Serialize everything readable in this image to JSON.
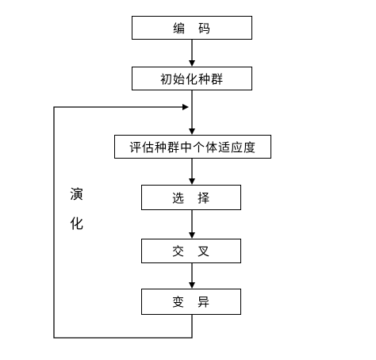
{
  "flowchart": {
    "steps": [
      {
        "id": "encode",
        "label": "编　码"
      },
      {
        "id": "init",
        "label": "初始化种群"
      },
      {
        "id": "evaluate",
        "label": "评估种群中个体适应度"
      },
      {
        "id": "select",
        "label": "选　择"
      },
      {
        "id": "crossover",
        "label": "交　叉"
      },
      {
        "id": "mutate",
        "label": "变　异"
      }
    ],
    "loop_label_line1": "演",
    "loop_label_line2": "化"
  }
}
